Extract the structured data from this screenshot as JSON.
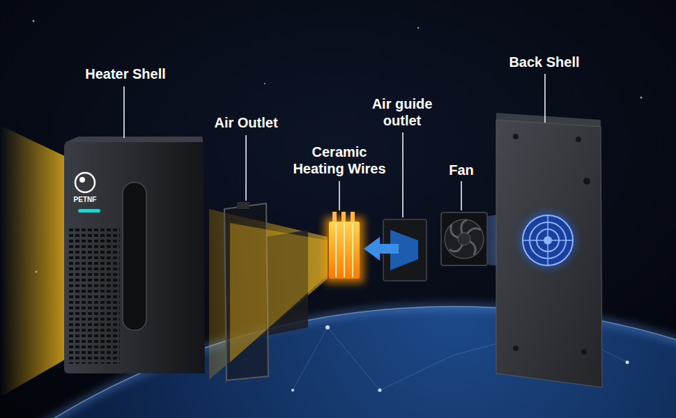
{
  "diagram": {
    "labels": [
      "Heater Shell",
      "Air Outlet",
      "Ceramic Heating Wires",
      "Air guide outlet",
      "Fan",
      "Back Shell",
      "PETNF"
    ]
  }
}
